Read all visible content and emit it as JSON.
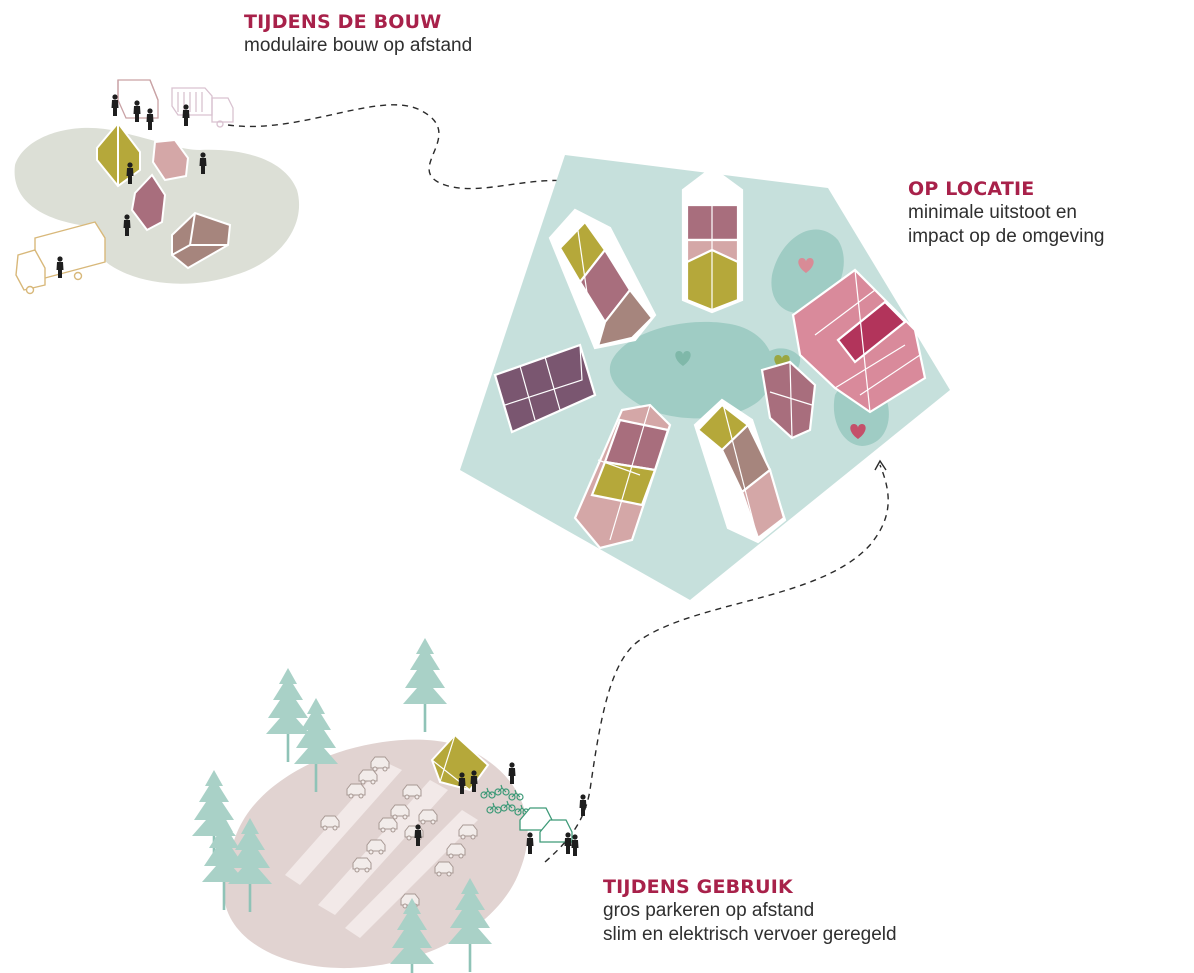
{
  "colors": {
    "accent": "#a8214a",
    "text": "#2f2f2f",
    "site": "#c6e0dc",
    "green_area": "#9fccc4",
    "construction_ground": "#dcdfd6",
    "parking_ground": "#e1d3d1",
    "tree": "#8fc3b7",
    "olive": "#b5a83a",
    "mauve": "#a86e7d",
    "rose": "#d4a7a7",
    "taupe": "#a6857d",
    "plum": "#7a5670",
    "pink": "#d98a9b",
    "crimson": "#b2345b"
  },
  "stages": {
    "construction": {
      "title": "TIJDENS DE BOUW",
      "lines": [
        "modulaire bouw op afstand"
      ]
    },
    "on_site": {
      "title": "OP LOCATIE",
      "lines": [
        "minimale uitstoot en",
        "impact op de omgeving"
      ]
    },
    "in_use": {
      "title": "TIJDENS GEBRUIK",
      "lines": [
        "gros parkeren op afstand",
        "slim en elektrisch vervoer geregeld"
      ]
    }
  },
  "icons": [
    "truck-icon",
    "person-icon",
    "heart-icon",
    "tree-icon",
    "car-icon",
    "bicycle-icon",
    "building-module-icon"
  ]
}
